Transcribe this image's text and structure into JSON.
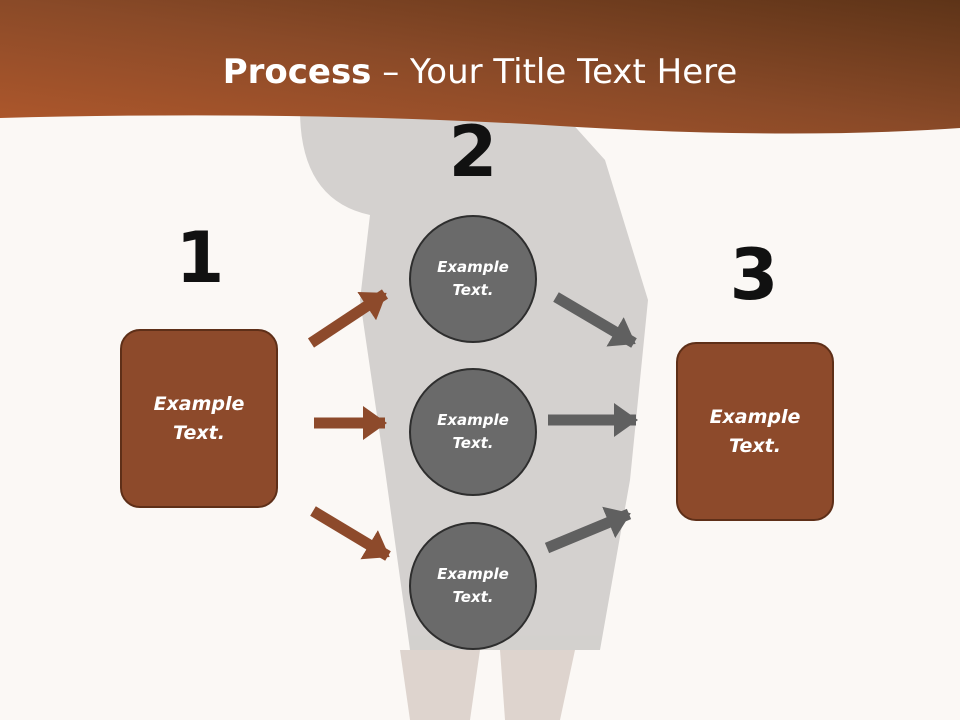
{
  "header": {
    "title_bold": "Process",
    "title_rest": " – Your Title Text Here",
    "color": "#8a4a28"
  },
  "steps": {
    "step1": {
      "number": "1",
      "text_line1": "Example",
      "text_line2": "Text."
    },
    "step2": {
      "number": "2",
      "circles": [
        {
          "text_line1": "Example",
          "text_line2": "Text."
        },
        {
          "text_line1": "Example",
          "text_line2": "Text."
        },
        {
          "text_line1": "Example",
          "text_line2": "Text."
        }
      ]
    },
    "step3": {
      "number": "3",
      "text_line1": "Example",
      "text_line2": "Text."
    }
  },
  "colors": {
    "box_fill": "#8d4a2b",
    "circle_fill": "#6a6a6a",
    "arrow_left": "#8d4a2b",
    "arrow_right": "#606060"
  }
}
